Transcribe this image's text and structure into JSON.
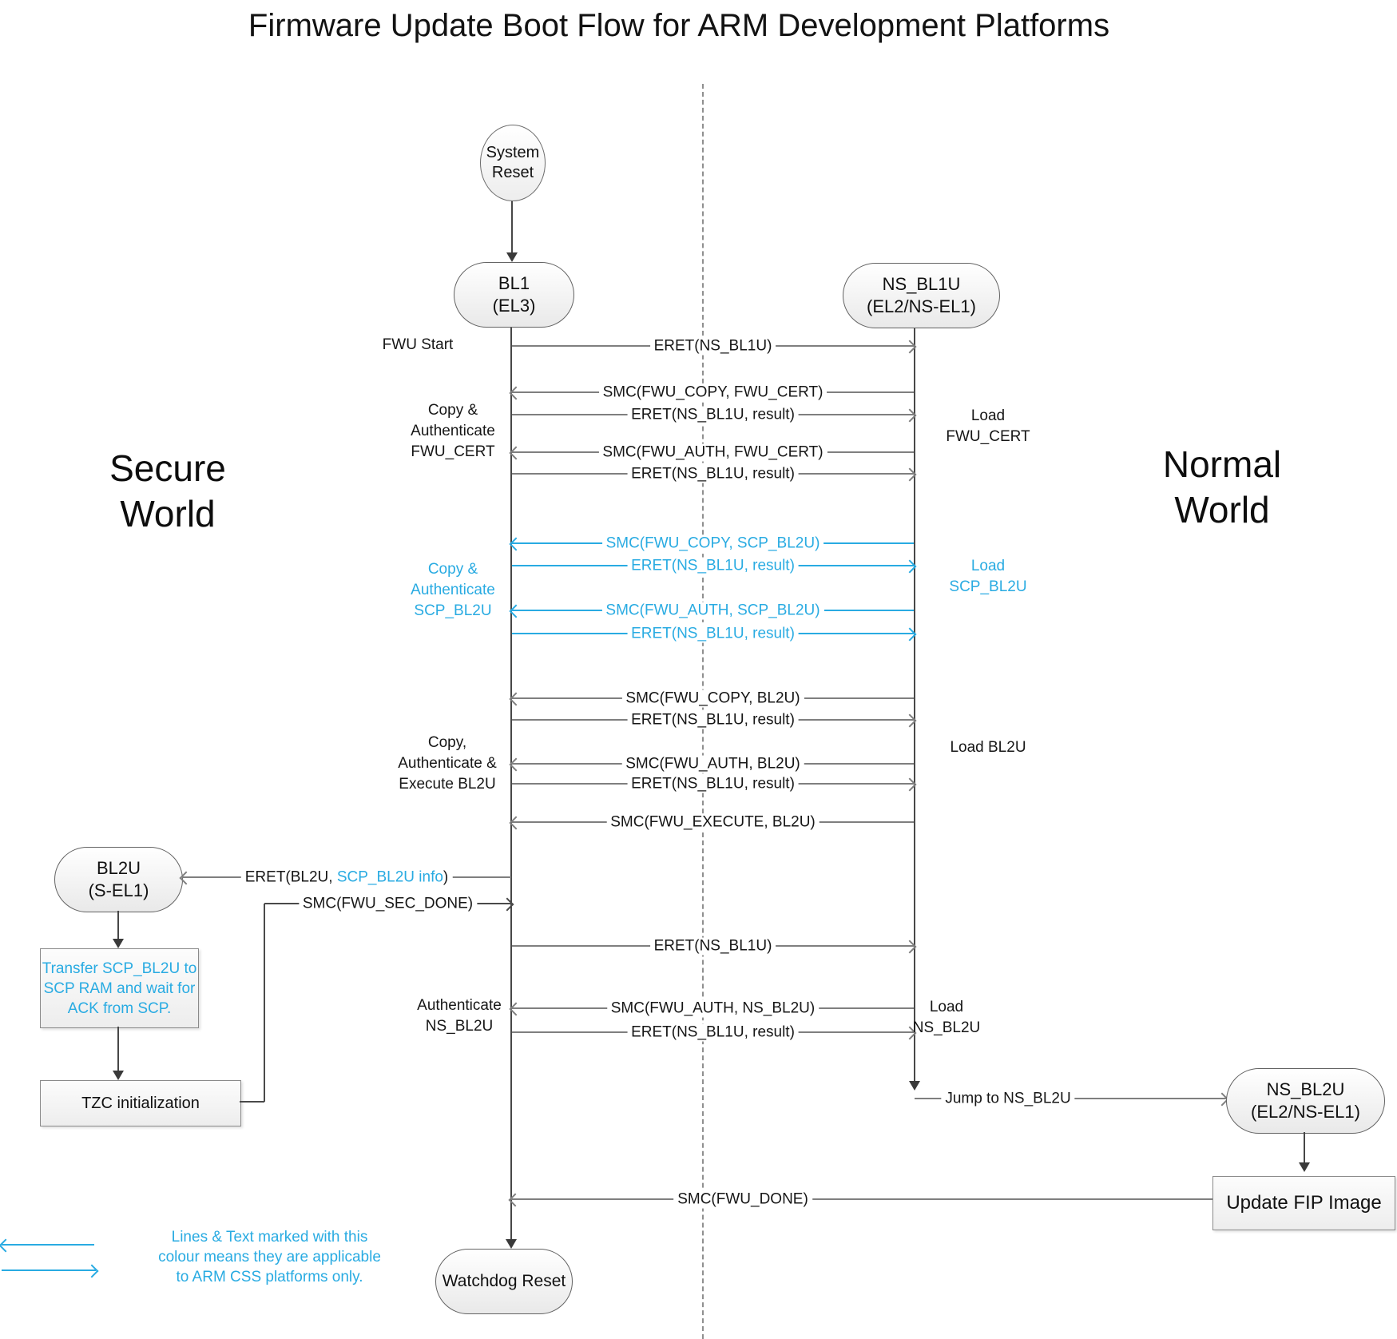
{
  "title": "Firmware Update Boot Flow for ARM Development Platforms",
  "colors": {
    "accent_blue": "#29ABE2",
    "line_gray": "#7f7f7f"
  },
  "worlds": {
    "secure": [
      "Secure",
      "World"
    ],
    "normal": [
      "Normal",
      "World"
    ]
  },
  "nodes": {
    "system_reset": {
      "lines": [
        "System",
        "Reset"
      ]
    },
    "bl1": {
      "lines": [
        "BL1",
        "(EL3)"
      ]
    },
    "ns_bl1u": {
      "lines": [
        "NS_BL1U",
        "(EL2/NS-EL1)"
      ]
    },
    "bl2u": {
      "lines": [
        "BL2U",
        "(S-EL1)"
      ]
    },
    "transfer_scp": {
      "lines": [
        "Transfer SCP_BL2U to",
        "SCP RAM and wait for",
        "ACK from SCP."
      ]
    },
    "tzc": {
      "text": "TZC initialization"
    },
    "ns_bl2u": {
      "lines": [
        "NS_BL2U",
        "(EL2/NS-EL1)"
      ]
    },
    "update_fip": {
      "text": "Update FIP Image"
    },
    "watchdog": {
      "text": "Watchdog Reset"
    }
  },
  "messages": [
    {
      "label": "ERET(NS_BL1U)",
      "dir": "right",
      "blue": false
    },
    {
      "label": "SMC(FWU_COPY, FWU_CERT)",
      "dir": "left",
      "blue": false
    },
    {
      "label": "ERET(NS_BL1U, result)",
      "dir": "right",
      "blue": false
    },
    {
      "label": "SMC(FWU_AUTH, FWU_CERT)",
      "dir": "left",
      "blue": false
    },
    {
      "label": "ERET(NS_BL1U, result)",
      "dir": "right",
      "blue": false
    },
    {
      "label": "SMC(FWU_COPY, SCP_BL2U)",
      "dir": "left",
      "blue": true
    },
    {
      "label": "ERET(NS_BL1U, result)",
      "dir": "right",
      "blue": true
    },
    {
      "label": "SMC(FWU_AUTH, SCP_BL2U)",
      "dir": "left",
      "blue": true
    },
    {
      "label": "ERET(NS_BL1U, result)",
      "dir": "right",
      "blue": true
    },
    {
      "label": "SMC(FWU_COPY, BL2U)",
      "dir": "left",
      "blue": false
    },
    {
      "label": "ERET(NS_BL1U, result)",
      "dir": "right",
      "blue": false
    },
    {
      "label": "SMC(FWU_AUTH, BL2U)",
      "dir": "left",
      "blue": false
    },
    {
      "label": "ERET(NS_BL1U, result)",
      "dir": "right",
      "blue": false
    },
    {
      "label": "SMC(FWU_EXECUTE, BL2U)",
      "dir": "left",
      "blue": false
    },
    {
      "label": "ERET(NS_BL1U)",
      "dir": "right",
      "blue": false
    },
    {
      "label": "SMC(FWU_AUTH, NS_BL2U)",
      "dir": "left",
      "blue": false
    },
    {
      "label": "ERET(NS_BL1U, result)",
      "dir": "right",
      "blue": false
    }
  ],
  "side_labels": [
    {
      "lines": [
        "FWU Start"
      ],
      "blue": false
    },
    {
      "lines": [
        "Copy &",
        "Authenticate",
        "FWU_CERT"
      ],
      "blue": false
    },
    {
      "lines": [
        "Copy &",
        "Authenticate",
        "SCP_BL2U"
      ],
      "blue": true
    },
    {
      "lines": [
        "Copy,",
        "Authenticate &",
        "Execute BL2U"
      ],
      "blue": false
    },
    {
      "lines": [
        "Authenticate",
        "NS_BL2U"
      ],
      "blue": false
    },
    {
      "lines": [
        "Load",
        "FWU_CERT"
      ],
      "blue": false
    },
    {
      "lines": [
        "Load",
        "SCP_BL2U"
      ],
      "blue": true
    },
    {
      "lines": [
        "Load BL2U"
      ],
      "blue": false
    },
    {
      "lines": [
        "Load",
        "NS_BL2U"
      ],
      "blue": false
    }
  ],
  "special": {
    "eret_bl2u": {
      "parts": [
        {
          "t": "ERET(BL2U, "
        },
        {
          "t": "SCP_BL2U info"
        },
        {
          "t": ")"
        }
      ]
    },
    "smc_sec_done": "SMC(FWU_SEC_DONE)",
    "smc_done": "SMC(FWU_DONE)",
    "jump": "Jump to NS_BL2U"
  },
  "legend": {
    "lines": [
      "Lines & Text marked with this",
      "colour means they are applicable",
      "to ARM CSS platforms only."
    ]
  }
}
